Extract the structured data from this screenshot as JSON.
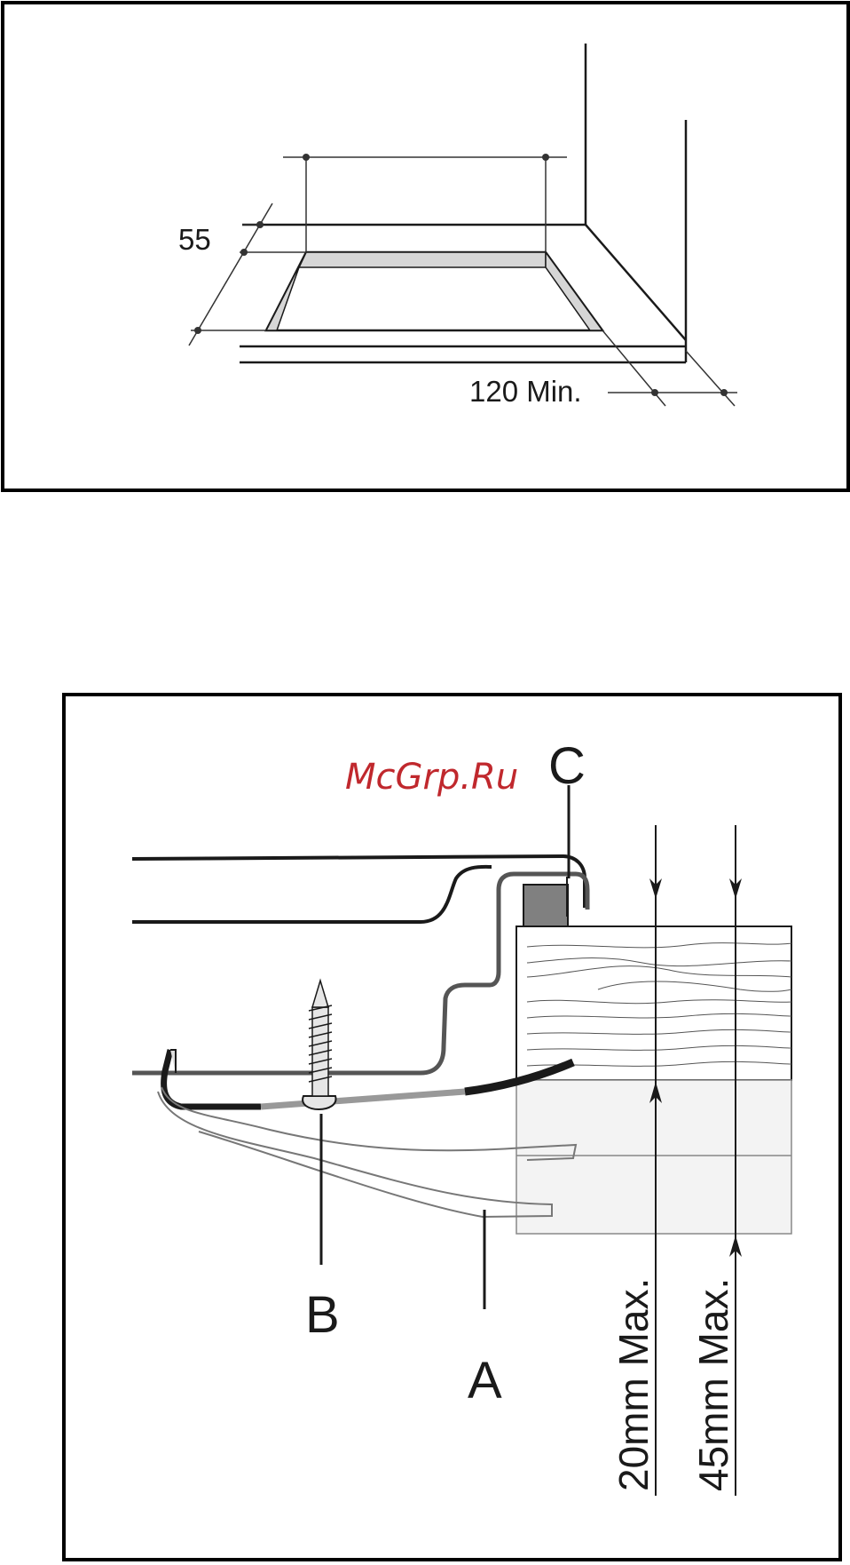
{
  "top_diagram": {
    "dimension_depth": "55",
    "dimension_side": "120 Min."
  },
  "bottom_diagram": {
    "watermark": "McGrp.Ru",
    "label_c": "C",
    "label_b": "B",
    "label_a": "A",
    "dimension_thin": "20mm Max.",
    "dimension_thick": "45mm Max."
  },
  "colors": {
    "watermark": "#c0282d",
    "line": "#1a1a1a",
    "part_c": "#808080"
  }
}
